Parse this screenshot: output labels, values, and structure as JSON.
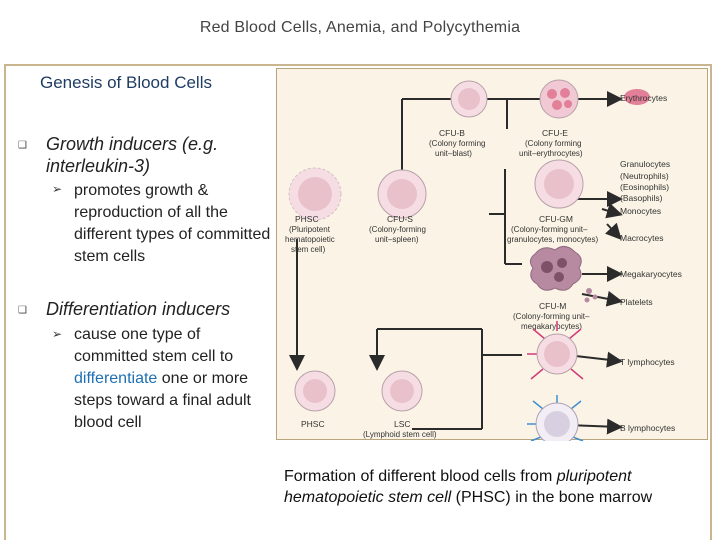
{
  "slide": {
    "title": "Red Blood Cells, Anemia, and Polycythemia"
  },
  "section": {
    "heading": "Genesis of Blood Cells",
    "bullet_1": {
      "text": "Growth inducers (e.g. interleukin-3)",
      "sub": "promotes growth & reproduction of all the different types of committed stem cells"
    },
    "bullet_2": {
      "text": "Differentiation inducers",
      "sub_prefix": "cause one type of committed stem cell to ",
      "sub_highlight": "differentiate",
      "sub_suffix": " one or more steps toward a final adult blood cell"
    }
  },
  "figure": {
    "labels": {
      "cfub_1": "CFU-B",
      "cfub_2": "(Colony forming",
      "cfub_3": "unit–blast)",
      "cfue_1": "CFU-E",
      "cfue_2": "(Colony forming",
      "cfue_3": "unit–erythrocytes)",
      "erythrocytes": "Erythrocytes",
      "granulocytes": "Granulocytes",
      "neutrophils": "(Neutrophils)",
      "eosinophils": "(Eosinophils)",
      "basophils": "(Basophils)",
      "monocytes": "Monocytes",
      "macrocytes": "Macrocytes",
      "phsc_1": "PHSC",
      "phsc_2": "(Pluripotent",
      "phsc_3": "hematopoietic",
      "phsc_4": "stem cell)",
      "cfus_1": "CFU-S",
      "cfus_2": "(Colony-forming",
      "cfus_3": "unit–spleen)",
      "cfugm_1": "CFU-GM",
      "cfugm_2": "(Colony-forming unit–",
      "cfugm_3": "granulocytes, monocytes)",
      "megakaryocytes": "Megakaryocytes",
      "platelets": "Platelets",
      "cfum_1": "CFU-M",
      "cfum_2": "(Colony-forming unit–",
      "cfum_3": "megakaryocytes)",
      "t_lymphocytes": "T lymphocytes",
      "phsc_bottom": "PHSC",
      "lsc_1": "LSC",
      "lsc_2": "(Lymphoid stem cell)",
      "b_lymphocytes": "B lymphocytes"
    },
    "colors": {
      "cell_fill": "#f6dde4",
      "cell_edge": "#b7a0a8",
      "nucleus": "#e9c1cb",
      "rbc": "#e27f99",
      "lymph_t": "#d23b7a",
      "lymph_b": "#3f8fcf",
      "line": "#2b2b2b",
      "background": "#fbf4e6"
    }
  },
  "caption": {
    "prefix": "Formation of different blood cells from ",
    "italic": "pluripotent hematopoietic stem cell ",
    "suffix": "(PHSC) in the bone marrow"
  }
}
